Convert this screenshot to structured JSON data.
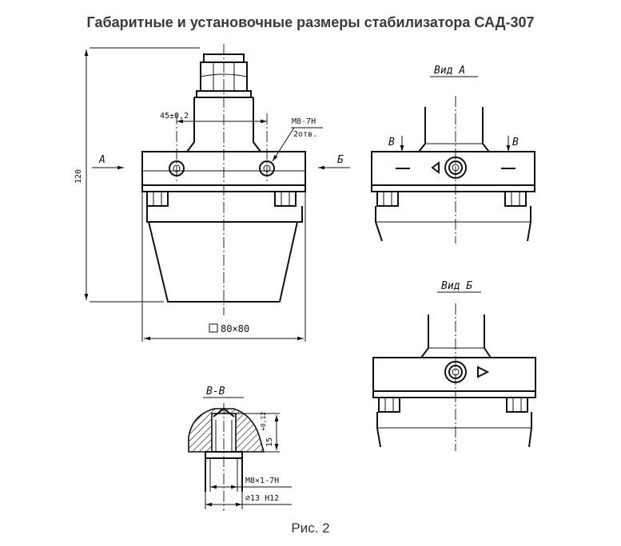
{
  "title": "Габаритные и установочные размеры стабилизатора САД-307",
  "caption": "Рис. 2",
  "labels": {
    "dim_height": "120",
    "dim_bolt_spacing": "45±0,2",
    "thread_callout": "М8-7Н",
    "holes_count": "2отв.",
    "view_arrow_a": "А",
    "view_arrow_b": "Б",
    "base_size": "80×80",
    "view_a_title": "Вид А",
    "view_b_title": "Вид Б",
    "section_mark": "В",
    "section_title": "В-В",
    "depth_dim": "15",
    "depth_tol": "+0,12",
    "thread_size": "М8×1-7Н",
    "bore_dim": "⌀13 Н12"
  }
}
